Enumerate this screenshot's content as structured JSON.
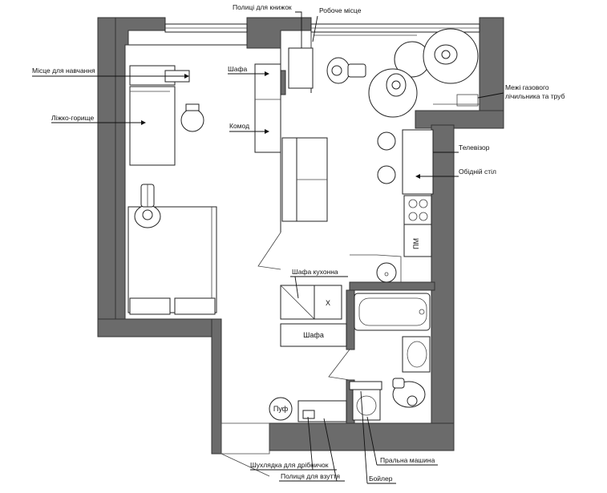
{
  "labels": {
    "shelves_books": "Полиці для книжок",
    "workplace": "Робоче місце",
    "study_place": "Місце для навчання",
    "wardrobe": "Шафа",
    "loft_bed": "Ліжко-горище",
    "dresser": "Комод",
    "gas_meter": "Межі газового\nлічильника та труб",
    "tv": "Телевізор",
    "dining_table": "Обідній стіл",
    "dishwasher": "ПМ",
    "kitchen_cabinet": "Шафа кухонна",
    "fridge_x": "Х",
    "wardrobe_hall": "Шафа",
    "pouf": "Пуф",
    "small_drawer": "Шухлядка для дрібничок",
    "shoe_shelf": "Полиця для взуття",
    "boiler": "Бойлер",
    "washing_machine": "Пральна машина"
  },
  "colors": {
    "wall_fill": "#6b6b6b",
    "line": "#222222",
    "background": "#ffffff"
  }
}
